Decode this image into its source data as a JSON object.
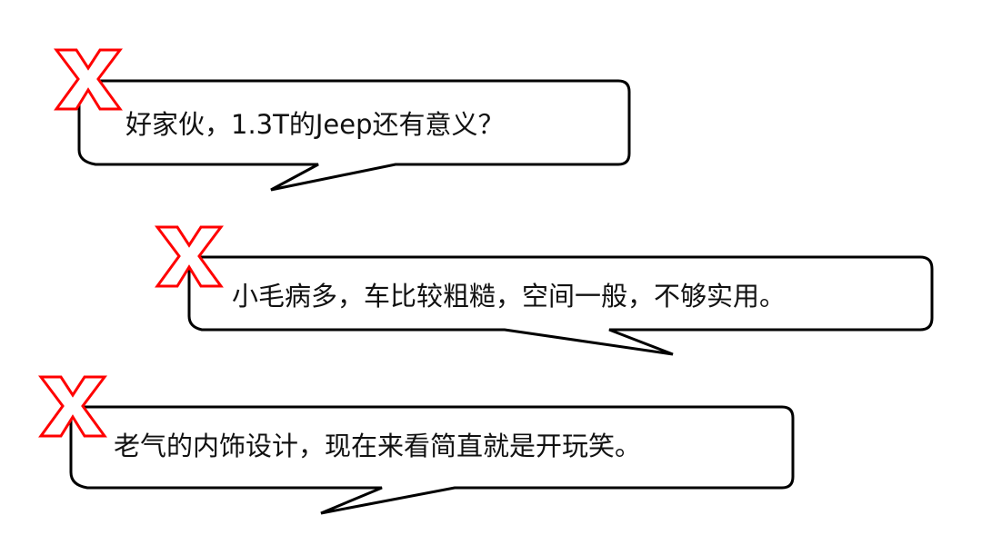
{
  "bubbles": [
    {
      "text": "好家伙，1.3T的Jeep还有意义？"
    },
    {
      "text": "小毛病多，车比较粗糙，空间一般，不够实用。"
    },
    {
      "text": "老气的内饰设计，现在来看简直就是开玩笑。"
    }
  ],
  "colors": {
    "x_mark": "#ff0000",
    "outline": "#000000"
  },
  "icons": [
    "x-mark-icon",
    "speech-bubble"
  ]
}
